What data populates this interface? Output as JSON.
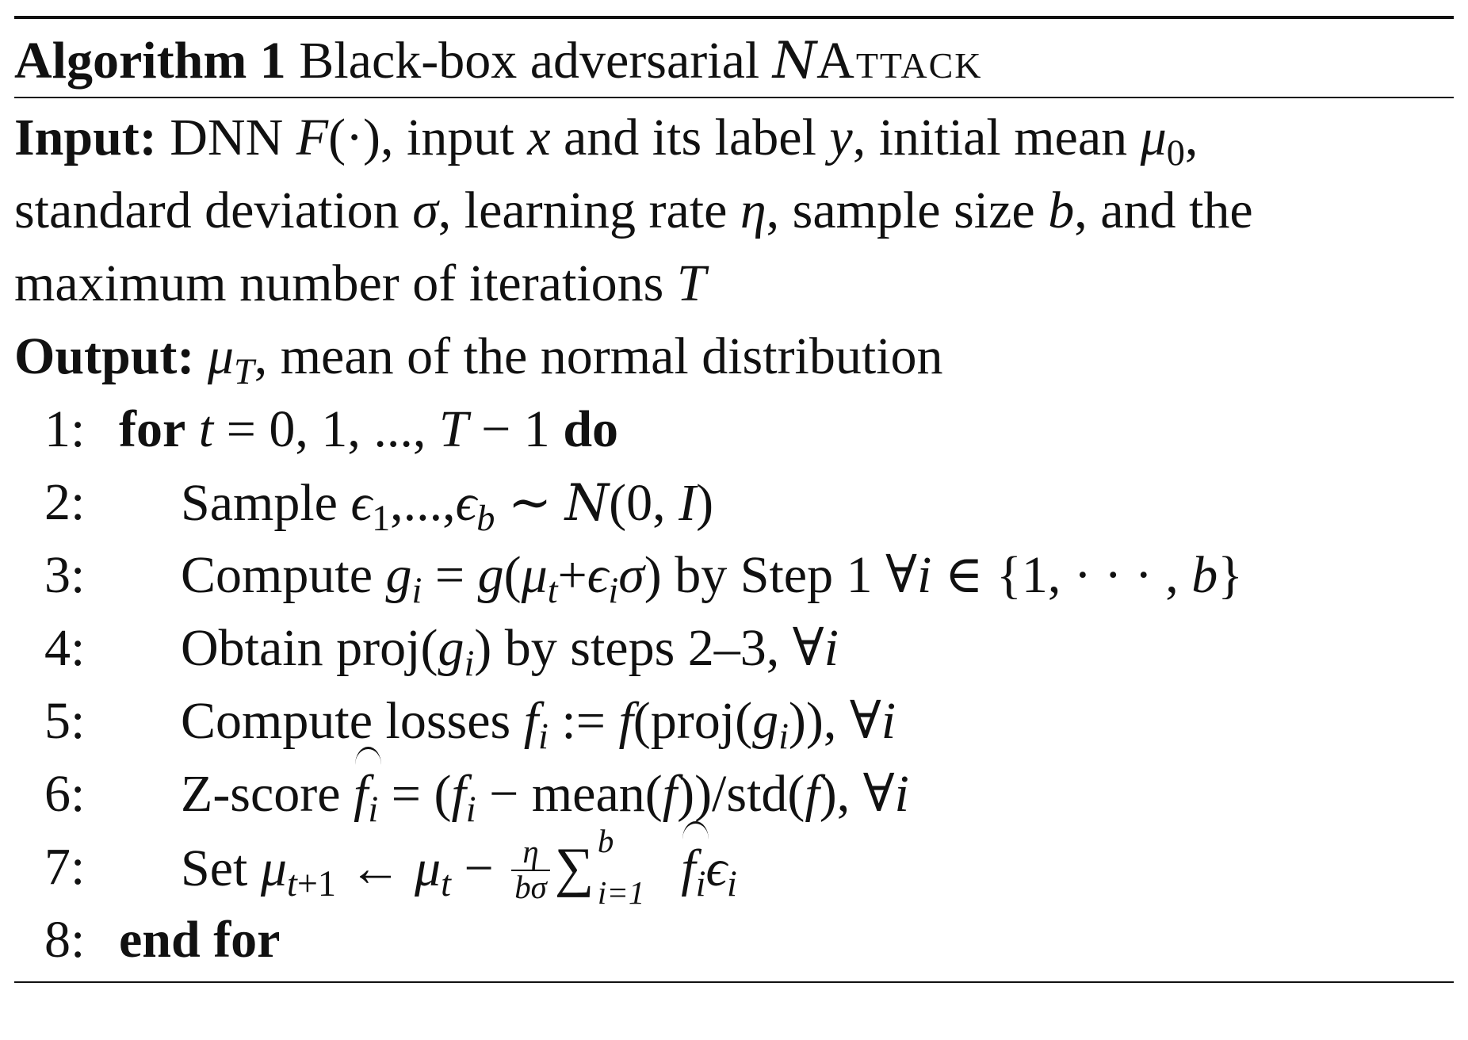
{
  "algorithm": {
    "title_bold": "Algorithm 1",
    "title_rest": "Black-box adversarial",
    "title_symbol": "N",
    "title_name": "Attack"
  },
  "input": {
    "label": "Input:",
    "line1": "DNN F(·), input x and its label y, initial mean μ₀,",
    "line2": "standard deviation σ, learning rate η, sample size b, and the",
    "line3": "maximum number of iterations T"
  },
  "output": {
    "label": "Output:",
    "text": "μT, mean of the normal distribution"
  },
  "steps": [
    {
      "num": "1:",
      "keyword": "for",
      "text": "t = 0, 1, ..., T − 1",
      "keyword_end": "do"
    },
    {
      "num": "2:",
      "text": "Sample ϵ1,...,ϵb ∼ N(0, I)"
    },
    {
      "num": "3:",
      "text": "Compute gi = g(μt+ϵiσ) by Step 1 ∀i ∈ {1, · · · , b}"
    },
    {
      "num": "4:",
      "text": "Obtain proj(gi) by steps 2–3, ∀i"
    },
    {
      "num": "5:",
      "text": "Compute losses fi := f(proj(gi)), ∀i"
    },
    {
      "num": "6:",
      "text": "Z-score f̂i = (fi − mean(f))/std(f), ∀i"
    },
    {
      "num": "7:",
      "text": "Set μt+1 ← μt − (η/bσ) Σ f̂iϵi"
    },
    {
      "num": "8:",
      "keyword": "end for"
    }
  ]
}
